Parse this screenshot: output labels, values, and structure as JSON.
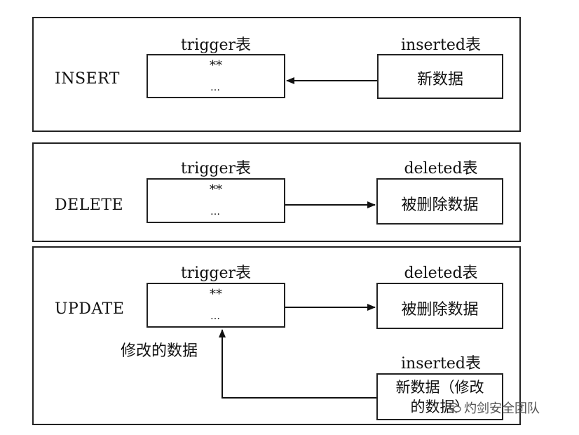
{
  "sections": [
    {
      "op": "INSERT",
      "trigger_title": "trigger表",
      "trigger_row1": "**",
      "trigger_row2": "…",
      "side_title": "inserted表",
      "side_box": "新数据"
    },
    {
      "op": "DELETE",
      "trigger_title": "trigger表",
      "trigger_row1": "**",
      "trigger_row2": "…",
      "side_title": "deleted表",
      "side_box": "被删除数据"
    },
    {
      "op": "UPDATE",
      "trigger_title": "trigger表",
      "trigger_row1": "**",
      "trigger_row2": "…",
      "side_title": "deleted表",
      "side_box": "被删除数据",
      "modified_label": "修改的数据",
      "inserted_title": "inserted表",
      "inserted_line1": "新数据（修改",
      "inserted_line2": "的数据）"
    }
  ],
  "watermark": "灼剑安全团队",
  "watermark_icon": "wechat-icon"
}
